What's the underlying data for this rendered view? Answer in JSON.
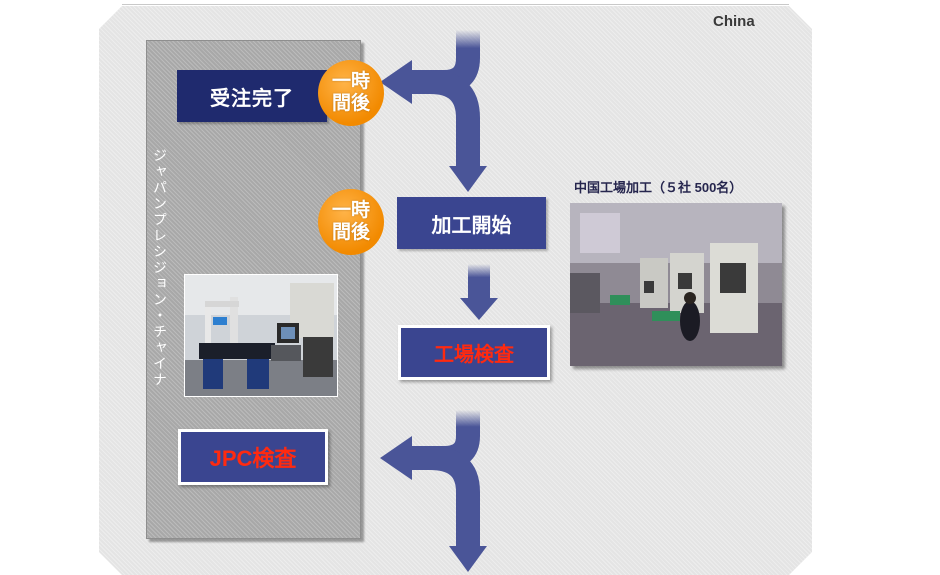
{
  "region_label": "China",
  "column_label": "ジャパンプレシジョン・チャイナ",
  "steps": {
    "order_complete": "受注完了",
    "processing_start": "加工開始",
    "factory_inspection": "工場検査",
    "jpc_inspection": "JPC検査"
  },
  "pause_badge": {
    "line1": "一時",
    "line2": "間後"
  },
  "factory_photo_caption": "中国工場加工（５社 500名）",
  "colors": {
    "navy": "#1f2a6e",
    "box_blue": "#3a4590",
    "arrow_blue": "#4a5598",
    "badge_orange": "#f28a00",
    "inspection_red": "#ff2a10",
    "panel_grey": "#e4e4e4",
    "column_grey": "#a8a8a8"
  }
}
